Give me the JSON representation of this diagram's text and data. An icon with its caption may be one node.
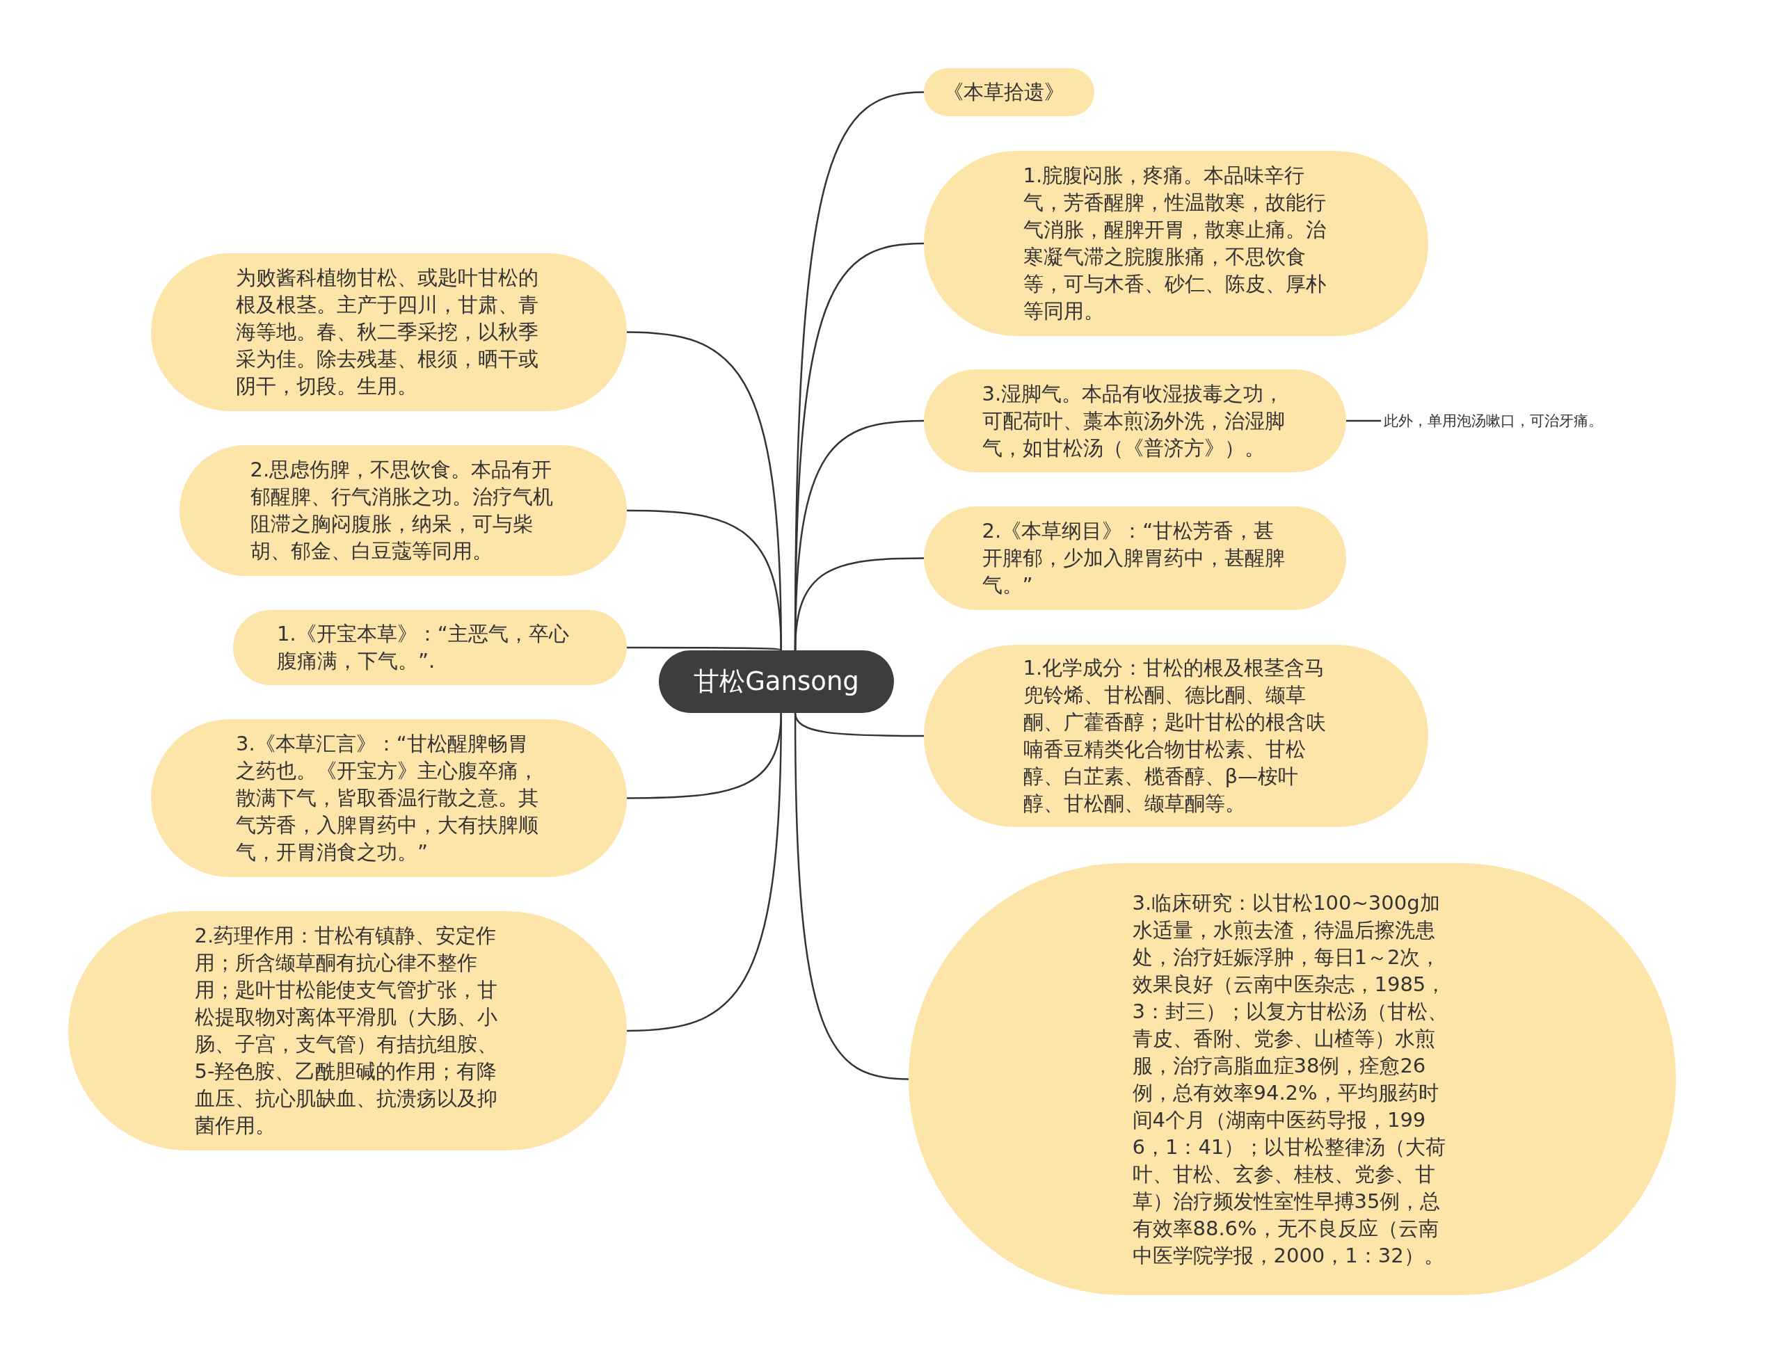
{
  "diagram": {
    "nodes": [
      {
        "text": [
          "甘松Gansong"
        ]
      },
      {
        "text": [
          "《本草拾遗》"
        ]
      },
      {
        "text": [
          "1.脘腹闷胀，疼痛。本品味辛行气，芳香醒脾，性温散寒，故能行气消胀，醒脾开胃，散寒止痛。治寒凝气滞之脘腹胀痛，不思饮食等，可与木香、砂仁、陈皮、厚朴等同用。"
        ]
      },
      {
        "text": [
          "3.湿脚气。本品有收湿拔毒之功，可配荷叶、藁本煎汤外洗，治湿脚气，如甘松汤（《普济方》）。"
        ]
      },
      {
        "text": [
          "此外，单用泡汤嗽口，可治牙痛。"
        ]
      },
      {
        "text": [
          "2.《本草纲目》：“甘松芳香，甚开脾郁，少加入脾胃药中，甚醒脾气。”"
        ]
      },
      {
        "text": [
          "1.化学成分：甘松的根及根茎含马兜铃烯、甘松酮、德比酮、缬草酮、广藿香醇；匙叶甘松的根含呋喃香豆精类化合物甘松素、甘松醇、白芷素、榄香醇、β—桉叶醇、甘松酮、缬草酮等。"
        ]
      },
      {
        "text": [
          "3.临床研究：以甘松100~300g加水适量，水煎去渣，待温后擦洗患处，治疗妊娠浮肿，每日1～2次，效果良好（云南中医杂志，1985，3：封三）；以复方甘松汤（甘松、青皮、香附、党参、山楂等）水煎服，治疗高脂血症38例，痊愈26例，总有效率94.2%，平均服药时间4个月（湖南中医药导报，1996，1：41）；以甘松整律汤（大荷叶、甘松、玄参、桂枝、党参、甘草）治疗频发性室性早搏35例，总有效率88.6%，无不良反应（云南中医学院学报，2000，1：32）。"
        ]
      },
      {
        "text": [
          "为败酱科植物甘松、或匙叶甘松的根及根茎。主产于四川，甘肃、青海等地。春、秋二季采挖，以秋季采为佳。除去残基、根须，晒干或阴干，切段。生用。"
        ]
      },
      {
        "text": [
          "2.思虑伤脾，不思饮食。本品有开郁醒脾、行气消胀之功。治疗气机阻滞之胸闷腹胀，纳呆，可与柴胡、郁金、白豆蔻等同用。"
        ]
      },
      {
        "text": [
          "1.《开宝本草》：“主恶气，卒心腹痛满，下气。”."
        ]
      },
      {
        "text": [
          "3.《本草汇言》：“甘松醒脾畅胃之药也。《开宝方》主心腹卒痛，散满下气，皆取香温行散之意。其气芳香，入脾胃药中，大有扶脾顺气，开胃消食之功。”"
        ]
      },
      {
        "text": [
          "2.药理作用：甘松有镇静、安定作用；所含缬草酮有抗心律不整作用；匙叶甘松能使支气管扩张，甘松提取物对离体平滑肌（大肠、小肠、子宫，支气管）有拮抗组胺、5-羟色胺、乙酰胆碱的作用；有降血压、抗心肌缺血、抗溃疡以及抑菌作用。"
        ]
      }
    ],
    "edges": [
      {
        "from": 0,
        "to": 1,
        "arrow": "none"
      },
      {
        "from": 0,
        "to": 2,
        "arrow": "none"
      },
      {
        "from": 0,
        "to": 3,
        "arrow": "none"
      },
      {
        "from": 3,
        "to": 4,
        "arrow": "none"
      },
      {
        "from": 0,
        "to": 5,
        "arrow": "none"
      },
      {
        "from": 0,
        "to": 6,
        "arrow": "none"
      },
      {
        "from": 0,
        "to": 7,
        "arrow": "none"
      },
      {
        "from": 0,
        "to": 8,
        "arrow": "none"
      },
      {
        "from": 0,
        "to": 9,
        "arrow": "none"
      },
      {
        "from": 0,
        "to": 10,
        "arrow": "none"
      },
      {
        "from": 0,
        "to": 11,
        "arrow": "none"
      },
      {
        "from": 0,
        "to": 12,
        "arrow": "none"
      }
    ]
  }
}
